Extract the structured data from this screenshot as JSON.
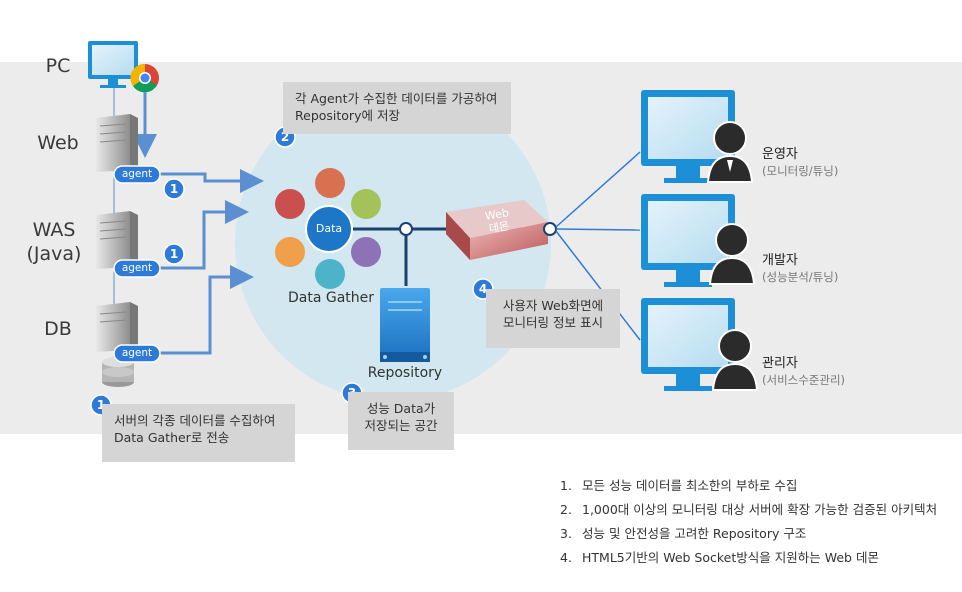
{
  "nodes": {
    "pc": "PC",
    "web": "Web",
    "was": "WAS\n(Java)",
    "db": "DB",
    "agent": "agent",
    "data_center": "Data",
    "data_gather": "Data Gather",
    "repository": "Repository",
    "web_demon": "Web\n데몬"
  },
  "steps": {
    "s1": "1",
    "s2": "2",
    "s3": "3",
    "s4": "4"
  },
  "notes": {
    "note1": "서버의 각종 데이터를 수집하여\nData Gather로 전송",
    "note2": "각 Agent가 수집한 데이터를 가공하여\nRepository에 저장",
    "note3": "성능 Data가\n저장되는 공간",
    "note4": "사용자 Web화면에\n모니터링 정보 표시"
  },
  "roles": [
    {
      "name": "운영자",
      "desc": "(모니터링/튜닝)"
    },
    {
      "name": "개발자",
      "desc": "(성능분석/튜닝)"
    },
    {
      "name": "관리자",
      "desc": "(서비스수준관리)"
    }
  ],
  "features": [
    {
      "num": "1.",
      "text": "모든 성능 데이터를 최소한의 부하로 수집"
    },
    {
      "num": "2.",
      "text": "1,000대 이상의 모니터링 대상 서버에 확장 가능한 검증된 아키텍처"
    },
    {
      "num": "3.",
      "text": "성능 및 안전성을 고려한 Repository 구조"
    },
    {
      "num": "4.",
      "text": "HTML5기반의 Web Socket방식을 지원하는 Web 데몬"
    }
  ],
  "colors": {
    "band": "#ececec",
    "circle": "#d2e7ef",
    "arrow": "#5b8fd1",
    "step_badge": "#2e7ad8",
    "monitor": "#1c8fd6",
    "note": "#d5d5d5",
    "petals": [
      "#c9504f",
      "#d9704f",
      "#a3c25a",
      "#f0a04a",
      "#4db3c8",
      "#8e72b6"
    ]
  }
}
